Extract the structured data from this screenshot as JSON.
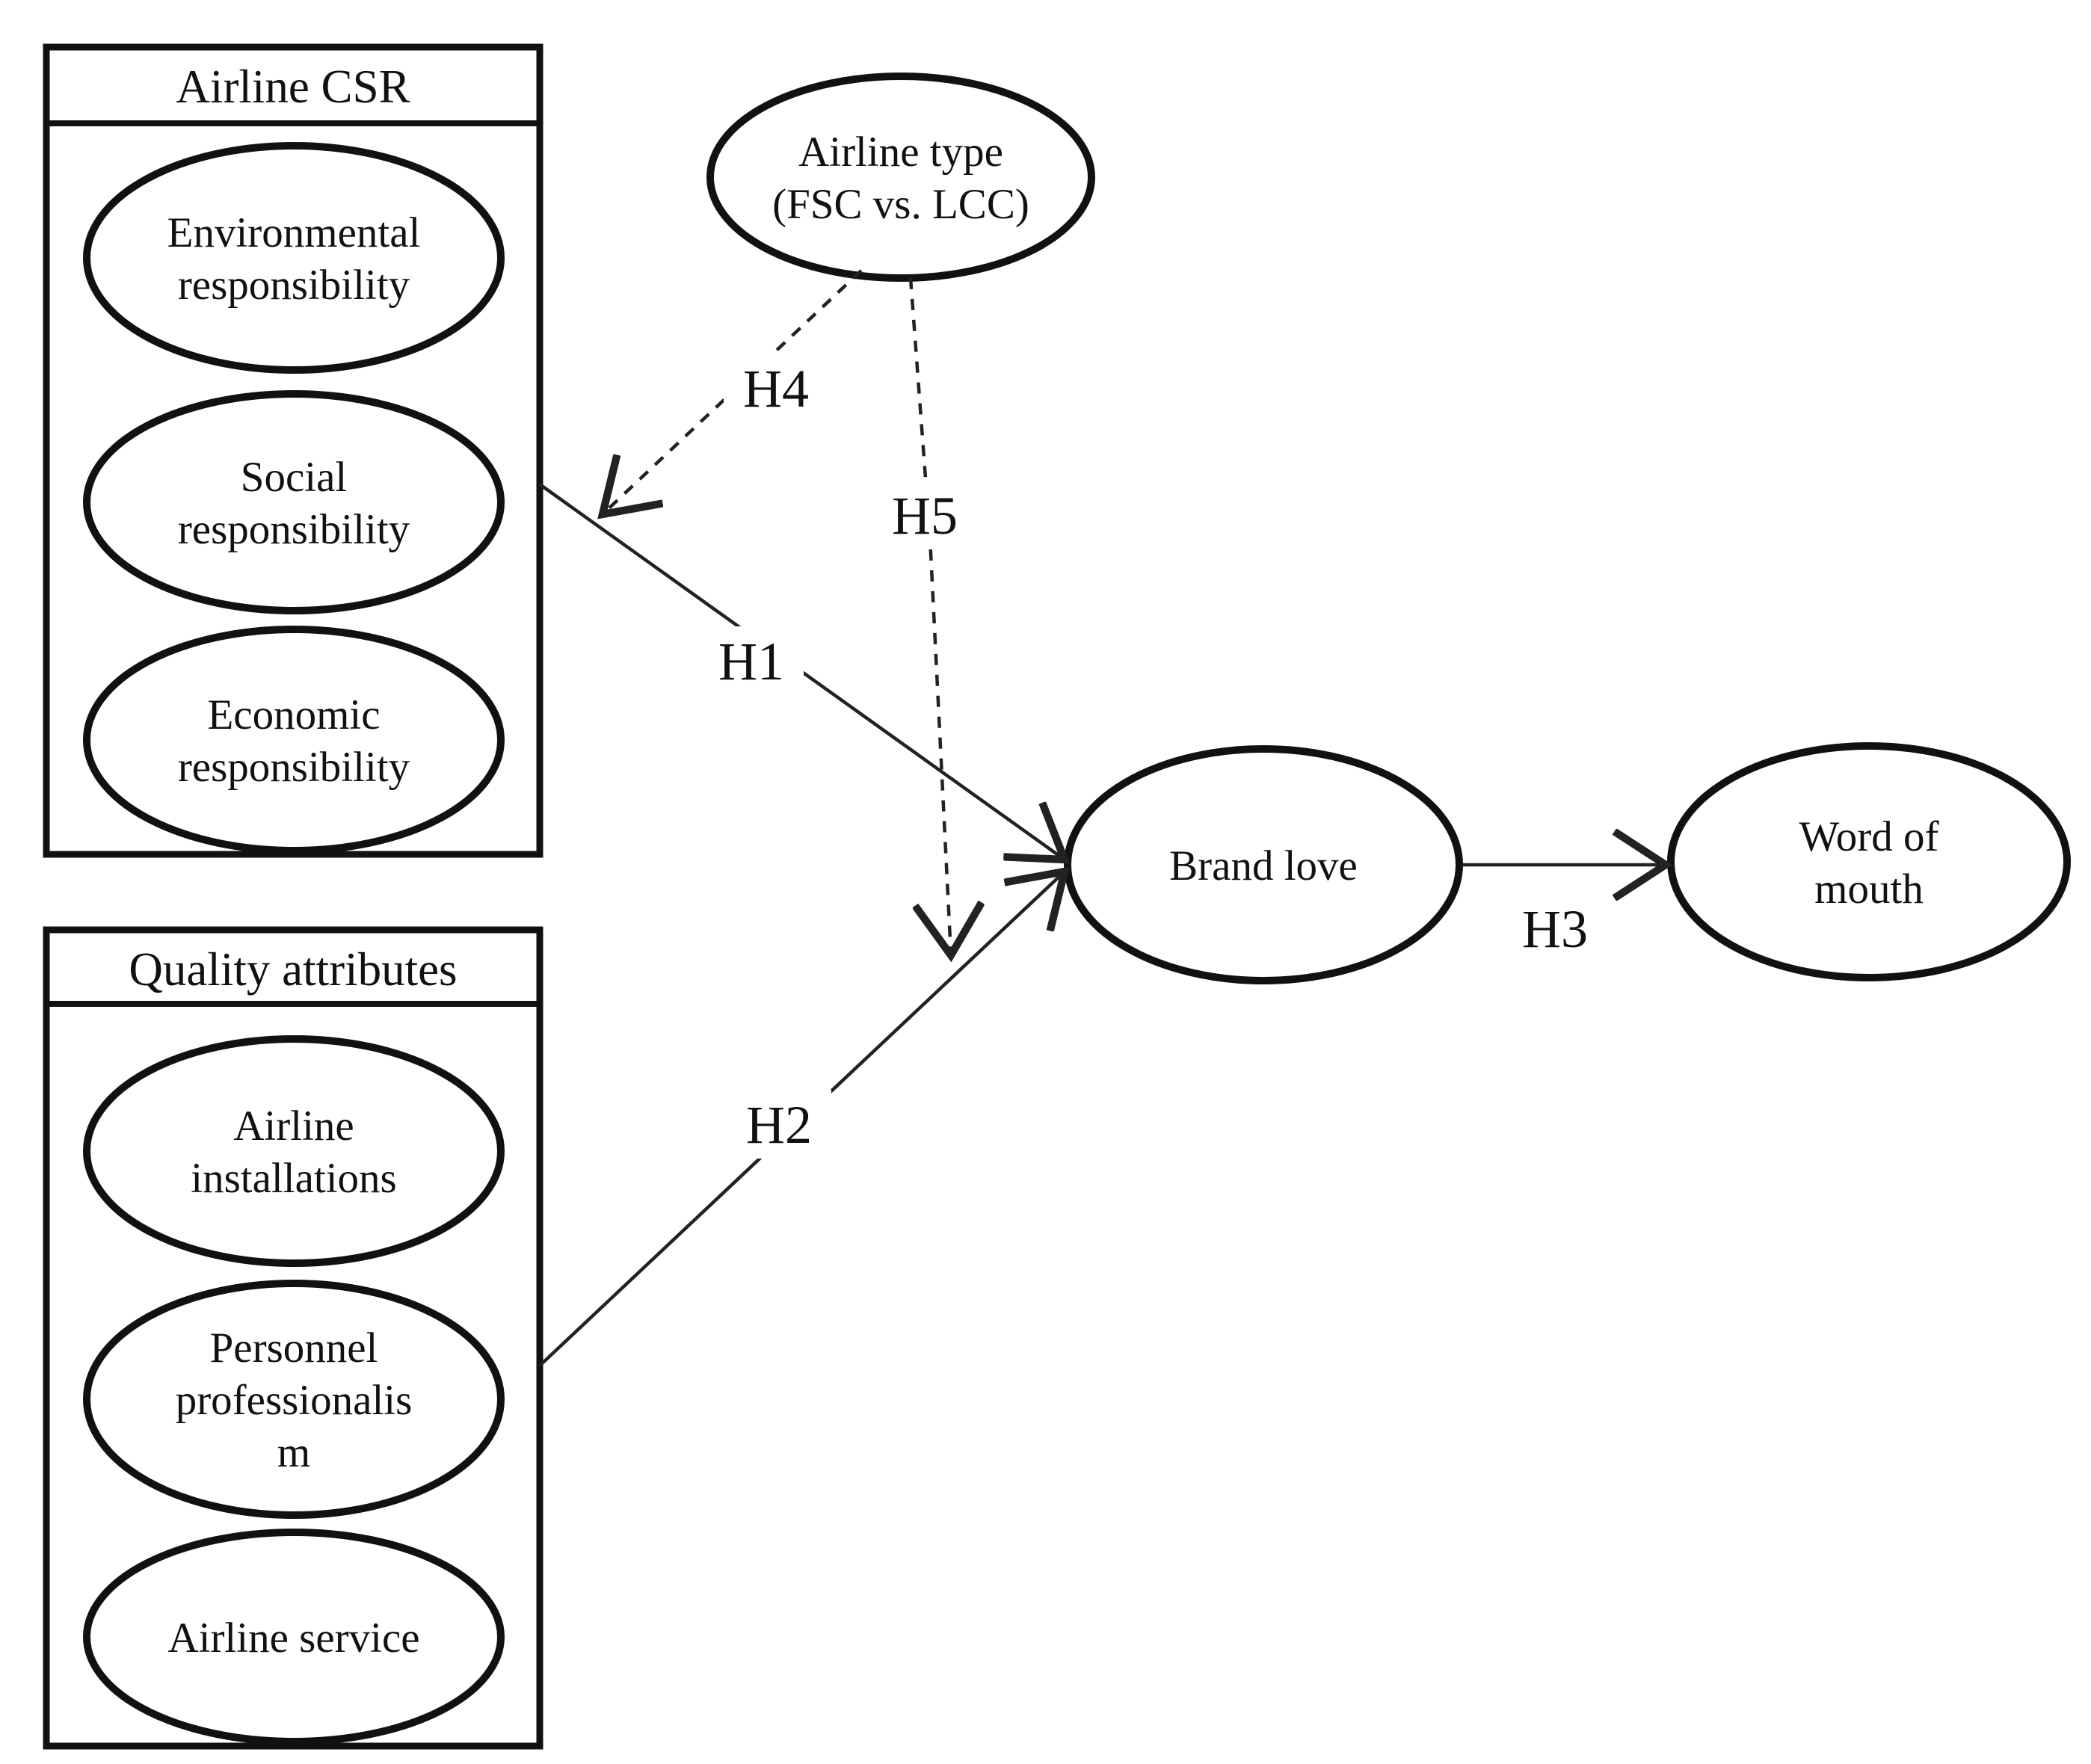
{
  "colors": {
    "ink": "#111111",
    "line": "#222222",
    "background": "#ffffff"
  },
  "groups": {
    "csr": {
      "title": "Airline CSR",
      "items": [
        {
          "id": "environmental-responsibility",
          "lines": [
            "Environmental",
            "responsibility"
          ]
        },
        {
          "id": "social-responsibility",
          "lines": [
            "Social",
            "responsibility"
          ]
        },
        {
          "id": "economic-responsibility",
          "lines": [
            "Economic",
            "responsibility"
          ]
        }
      ]
    },
    "quality": {
      "title": "Quality attributes",
      "items": [
        {
          "id": "airline-installations",
          "lines": [
            "Airline",
            "installations"
          ]
        },
        {
          "id": "personnel-professionalism",
          "lines": [
            "Personnel",
            "professionalis",
            "m"
          ]
        },
        {
          "id": "airline-service",
          "lines": [
            "Airline service"
          ]
        }
      ]
    }
  },
  "nodes": {
    "airline_type": {
      "lines": [
        "Airline type",
        "(FSC vs. LCC)"
      ]
    },
    "brand_love": {
      "lines": [
        "Brand love"
      ]
    },
    "word_of_mouth": {
      "lines": [
        "Word of",
        "mouth"
      ]
    }
  },
  "hypotheses": {
    "h1": "H1",
    "h2": "H2",
    "h3": "H3",
    "h4": "H4",
    "h5": "H5"
  },
  "edges": [
    {
      "id": "H1",
      "from": "airline-csr-group",
      "to": "brand-love",
      "style": "solid-arrow"
    },
    {
      "id": "H2",
      "from": "quality-attributes-group",
      "to": "brand-love",
      "style": "solid-arrow"
    },
    {
      "id": "H3",
      "from": "brand-love",
      "to": "word-of-mouth",
      "style": "solid-arrow"
    },
    {
      "id": "H4",
      "from": "airline-type",
      "to": "h1-path",
      "style": "dashed-arrow"
    },
    {
      "id": "H5",
      "from": "airline-type",
      "to": "h2-path",
      "style": "dashed-arrow"
    }
  ]
}
